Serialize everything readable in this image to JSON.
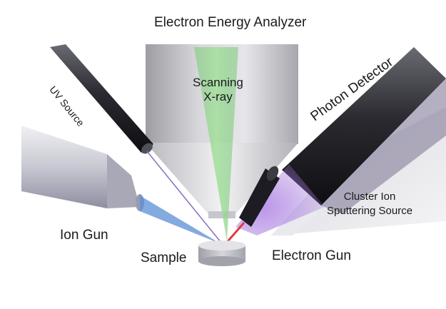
{
  "labels": {
    "analyzer": "Electron Energy Analyzer",
    "xray_line1": "Scanning",
    "xray_line2": "X-ray",
    "uv_source": "UV Source",
    "photon_detector": "Photon Detector",
    "cluster_line1": "Cluster Ion",
    "cluster_line2": "Sputtering Source",
    "ion_gun": "Ion Gun",
    "sample": "Sample",
    "electron_gun": "Electron Gun"
  },
  "colors": {
    "xray_beam": "#7cc87a",
    "ion_beam": "#5b8fd6",
    "uv_beam": "#8a6cc0",
    "photon_glow": "#9b6fd6",
    "electron_beam": "#e23a3a",
    "analyzer_body": "#c9c9cc"
  }
}
